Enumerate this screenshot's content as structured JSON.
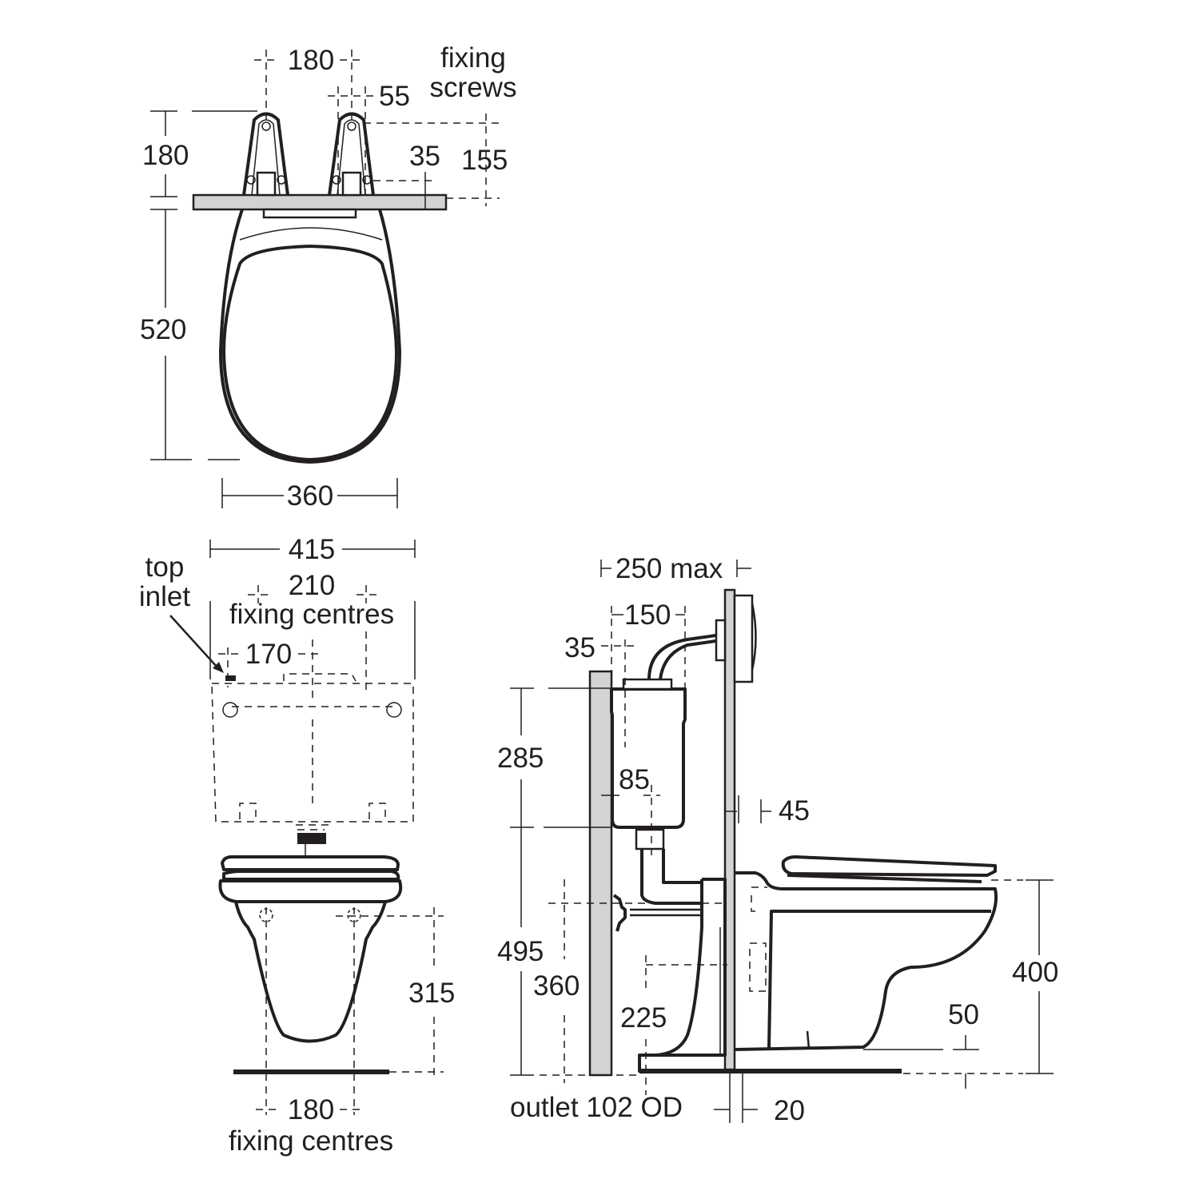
{
  "colors": {
    "line": "#231f20",
    "wall_fill": "#d1d3d4",
    "background": "#ffffff"
  },
  "plan_view": {
    "dim_bracket_centres": "180",
    "dim_bracket_offset": "55",
    "label_fixing_screws_line1": "fixing",
    "label_fixing_screws_line2": "screws",
    "dim_bracket_height": "180",
    "dim_screw_to_wall": "35",
    "dim_screw_height": "155",
    "dim_projection": "520",
    "dim_width": "360"
  },
  "front_view": {
    "dim_cistern_width": "415",
    "dim_cistern_fixing": "210",
    "label_cistern_fixing": "fixing centres",
    "label_top_inlet_line1": "top",
    "label_top_inlet_line2": "inlet",
    "dim_inlet_offset": "170",
    "dim_pan_fixing_height": "315",
    "dim_pan_fixing": "180",
    "label_pan_fixing": "fixing centres"
  },
  "side_view": {
    "dim_max_depth": "250 max",
    "dim_cistern_depth": "150",
    "dim_inlet_from_wall": "35",
    "dim_cistern_height": "285",
    "dim_outlet_from_wall": "85",
    "dim_flush_plate": "45",
    "dim_cistern_base_height": "495",
    "dim_fixing_height": "360",
    "dim_outlet_height": "225",
    "dim_rim_height": "400",
    "dim_pan_base_gap": "50",
    "dim_panel": "20",
    "label_outlet": "outlet 102 OD"
  }
}
